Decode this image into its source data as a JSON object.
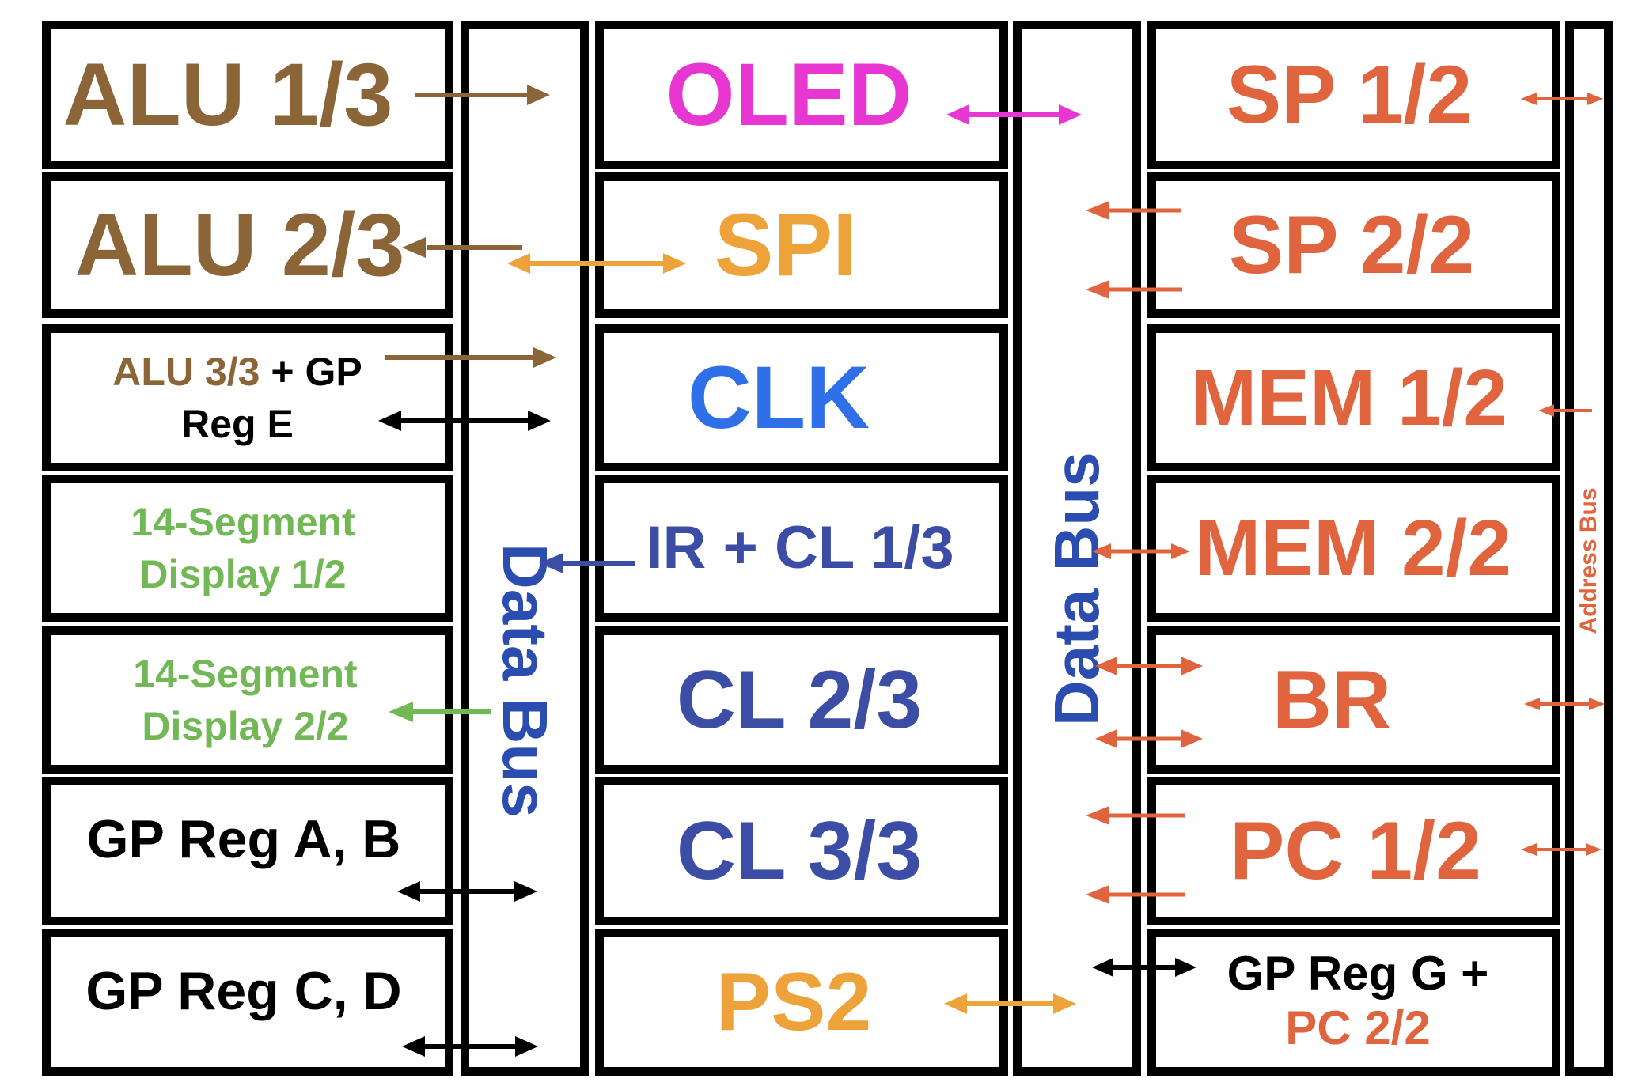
{
  "colors": {
    "alu": "#8B6537",
    "oled": "#E836D2",
    "spi": "#EEA33A",
    "clk": "#2F6FE8",
    "cl": "#3C4DA6",
    "segment": "#72B857",
    "reg": "#000000",
    "sp_mem": "#E0653E",
    "bus_label": "#2B4DAF"
  },
  "left_column": {
    "alu_1": "ALU 1/3",
    "alu_2": "ALU 2/3",
    "alu_3_part1": "ALU 3/3",
    "alu_3_part2": " + GP",
    "alu_3_part3": "Reg E",
    "seg_1_line1": "14-Segment",
    "seg_1_line2": "Display 1/2",
    "seg_2_line1": "14-Segment",
    "seg_2_line2": "Display 2/2",
    "reg_ab": "GP Reg A, B",
    "reg_cd": "GP Reg C, D"
  },
  "middle_column": {
    "oled": "OLED",
    "spi": "SPI",
    "clk": "CLK",
    "ir_cl": "IR + CL 1/3",
    "cl_2": "CL 2/3",
    "cl_3": "CL 3/3",
    "ps2": "PS2"
  },
  "right_column": {
    "sp_1": "SP 1/2",
    "sp_2": "SP 2/2",
    "mem_1": "MEM 1/2",
    "mem_2": "MEM 2/2",
    "br": "BR",
    "pc_1": "PC 1/2",
    "reg_g_line1": "GP Reg G +",
    "reg_g_line2": "PC 2/2"
  },
  "buses": {
    "left_data_bus": "Data Bus",
    "right_data_bus": "Data Bus",
    "address_bus": "Address Bus"
  }
}
